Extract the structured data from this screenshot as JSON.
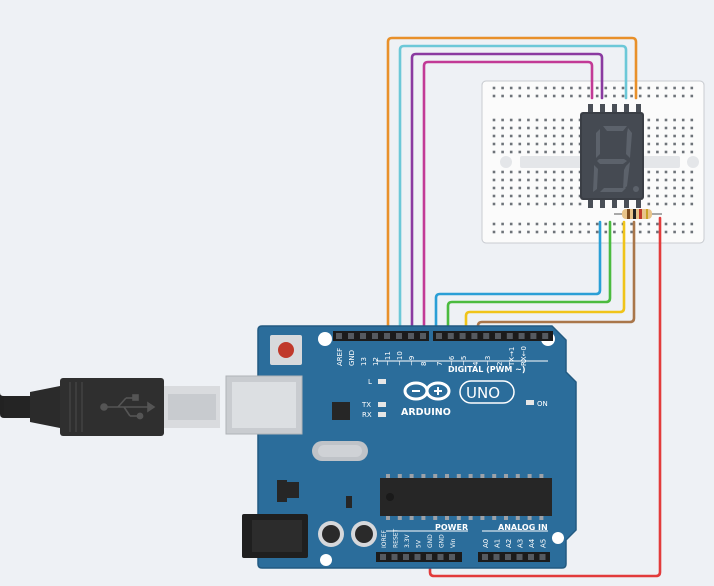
{
  "board": {
    "brand": "ARDUINO",
    "model": "UNO",
    "digital_label": "DIGITAL (PWM ~)",
    "power_label": "POWER",
    "analog_label": "ANALOG IN",
    "on_label": "ON",
    "led_l": "L",
    "led_tx": "TX",
    "led_rx": "RX",
    "digital_pins": [
      "AREF",
      "GND",
      "13",
      "12",
      "~11",
      "~10",
      "~9",
      "8",
      "7",
      "~6",
      "~5",
      "4",
      "~3",
      "2",
      "TX→1",
      "RX←0"
    ],
    "power_pins": [
      "IOREF",
      "RESET",
      "3.3V",
      "5V",
      "GND",
      "GND",
      "Vin"
    ],
    "analog_pins": [
      "A0",
      "A1",
      "A2",
      "A3",
      "A4",
      "A5"
    ]
  },
  "colors": {
    "board": "#2b6d9b",
    "wire_orange": "#e8902a",
    "wire_cyan": "#6cc8d8",
    "wire_purple": "#8a3aa0",
    "wire_magenta": "#c23a96",
    "wire_blue": "#2a9fd6",
    "wire_green": "#4bbb3f",
    "wire_yellow": "#f0c419",
    "wire_brown": "#a9764a",
    "wire_red": "#e23b3b"
  },
  "icons": {
    "usb": "usb-symbol-icon",
    "logo": "arduino-infinity-icon"
  }
}
